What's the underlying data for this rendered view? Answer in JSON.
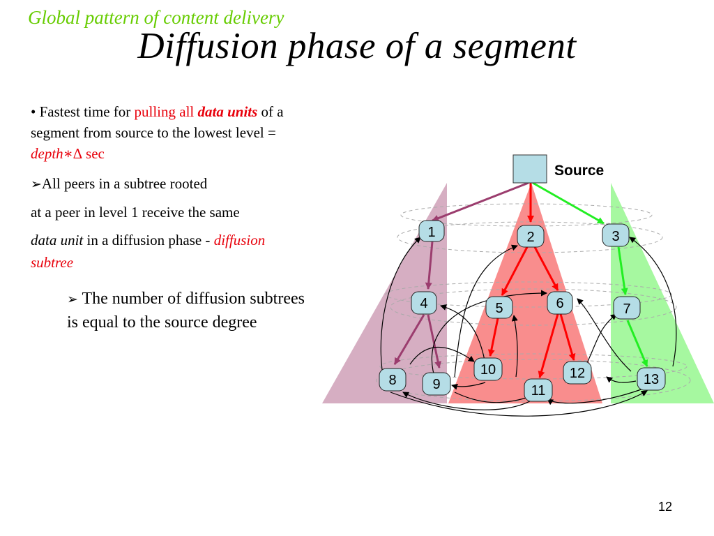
{
  "header": {
    "kicker": "Global pattern of content delivery",
    "title": "Diffusion phase of a segment"
  },
  "bullets": {
    "b1_prefix": "• Fastest time for ",
    "b1_red1": "pulling all ",
    "b1_red_bold": "data units",
    "b1_line1_end": " of a",
    "b1_line2": "segment from source to the lowest level  =",
    "b1_depth": "depth",
    "b1_star": "∗",
    "b1_delta": "∆ sec",
    "b2_arrow": "➢",
    "b2_line1": "All peers in a subtree rooted",
    "b2_line2": "at a peer in level 1 receive the same",
    "b2_line3_it": "data unit",
    "b2_line3_rest": "  in a diffusion phase - ",
    "b2_red_it1": "diffusion",
    "b2_red_it2": "subtree",
    "b3_arrow": "➢",
    "b3_line1": " The number of diffusion subtrees",
    "b3_line2": "is equal to the source degree"
  },
  "diagram": {
    "source_label": "Source",
    "nodes": [
      "1",
      "2",
      "3",
      "4",
      "5",
      "6",
      "7",
      "8",
      "9",
      "10",
      "11",
      "12",
      "13"
    ]
  },
  "colors": {
    "kicker": "#66cc00",
    "emphasis": "#e8000b",
    "subtree_purple": "#d6aec2",
    "subtree_red": "#f98d8d",
    "subtree_green": "#a6f8a0",
    "node_fill": "#b5dde6",
    "edge_purple": "#9b3d6e",
    "edge_red": "#ff0000",
    "edge_green": "#22ee22"
  },
  "footer": {
    "page_number": "12"
  }
}
